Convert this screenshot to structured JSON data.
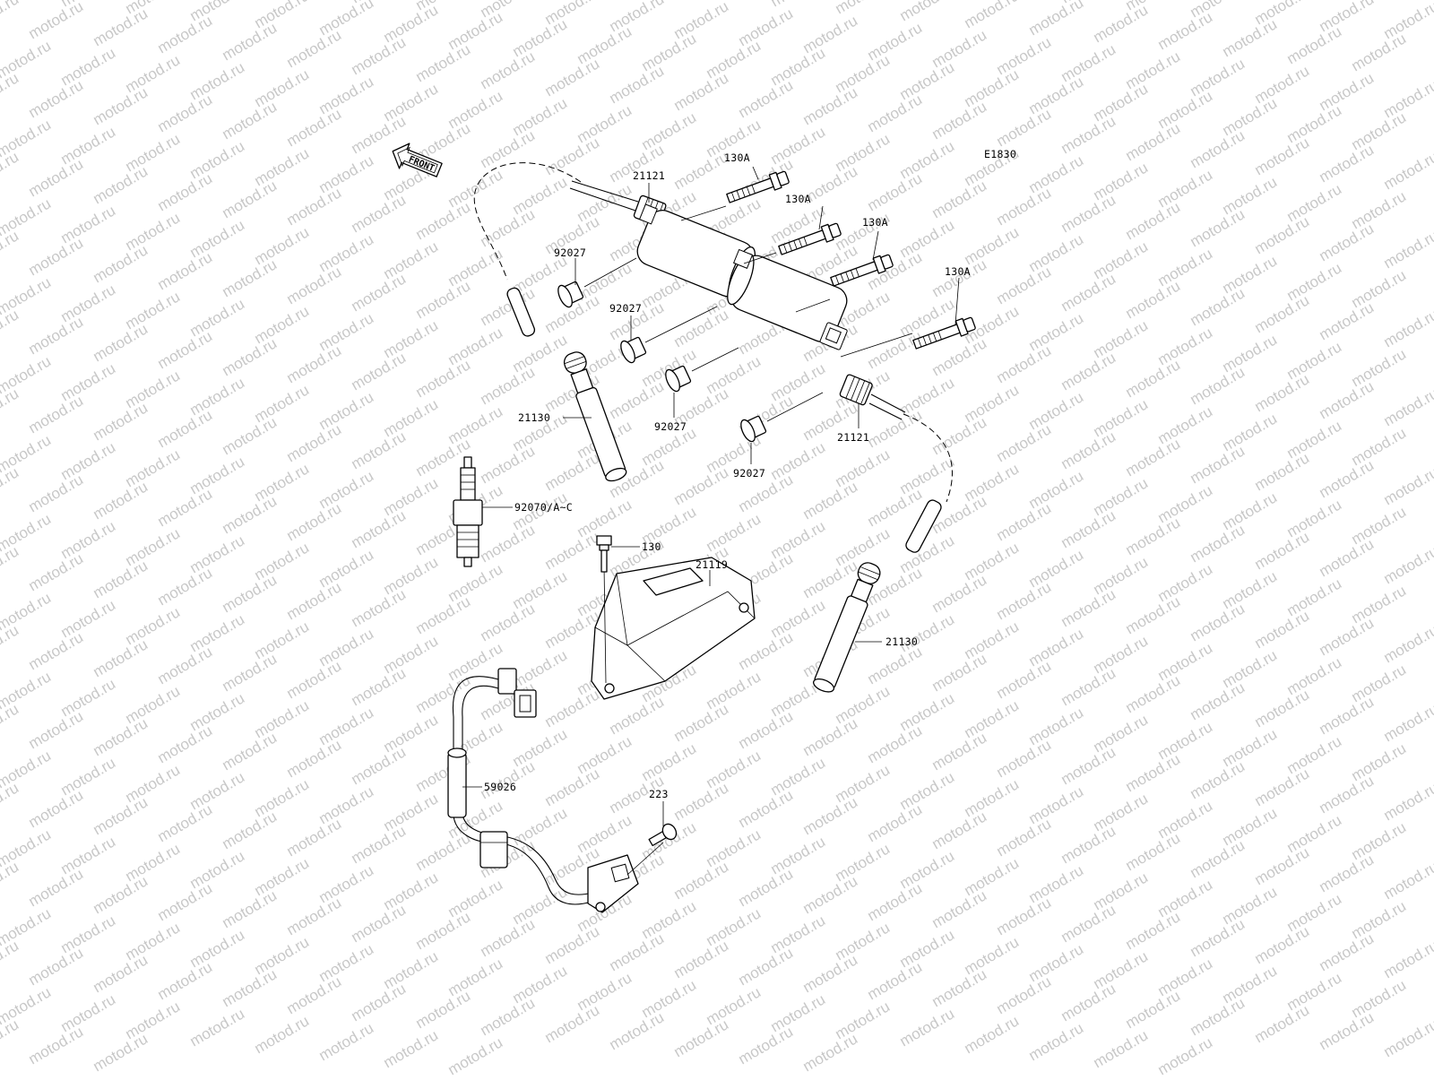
{
  "watermark": {
    "text": "motod.ru"
  },
  "diagram_code": "E1830",
  "front_indicator": "FRONT",
  "callouts": {
    "bolt_1": "130A",
    "bolt_2": "130A",
    "bolt_3": "130A",
    "bolt_4": "130A",
    "coil_upper": "21121",
    "coil_lower": "21121",
    "grommet_1": "92027",
    "grommet_2": "92027",
    "grommet_3": "92027",
    "grommet_4": "92027",
    "plug_cap_upper": "21130",
    "plug_cap_lower": "21130",
    "spark_plug": "92070/A~C",
    "bolt_igniter": "130",
    "igniter": "21119",
    "pickup_coil": "59026",
    "screw": "223"
  }
}
